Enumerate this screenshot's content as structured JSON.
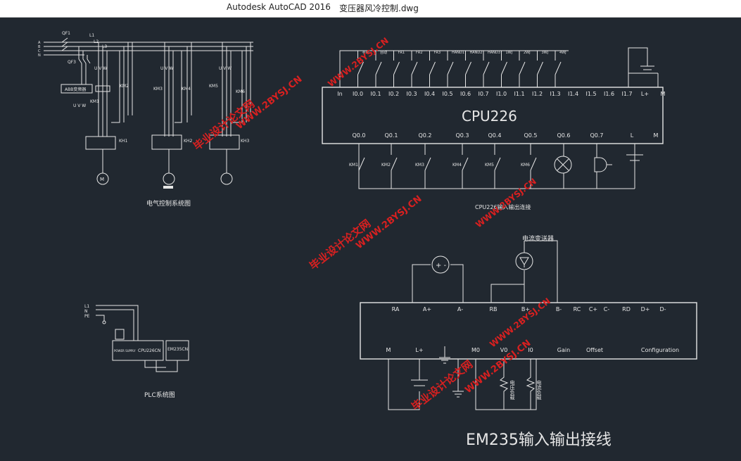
{
  "window": {
    "app_title": "Autodesk AutoCAD 2016",
    "file_name": "变压器风冷控制.dwg"
  },
  "electrical_diagram": {
    "caption": "电气控制系统图",
    "breakers": [
      "QF1",
      "QF3"
    ],
    "lines": [
      "L1",
      "L2",
      "L3"
    ],
    "phases": [
      "A",
      "B",
      "C",
      "N"
    ],
    "transformer_box": "ABB变频器",
    "uvw": "U V W",
    "contactors": [
      "KM1",
      "KM2",
      "KM3",
      "KM4",
      "KM5",
      "KM6"
    ],
    "relays": [
      "KH1",
      "KH2",
      "KH3"
    ],
    "motor_label": "M"
  },
  "cpu226_diagram": {
    "cpu_name": "CPU226",
    "caption": "CPU226输入输出连接",
    "switch_labels": [
      "手动",
      "自动",
      "FR1",
      "FR2",
      "FR3",
      "HAND1",
      "HAND2",
      "HAND3",
      "1WJ",
      "2WJ",
      "3WJ",
      "4WJ"
    ],
    "input_terminals": [
      "In",
      "I0.0",
      "I0.1",
      "I0.2",
      "I0.3",
      "I0.4",
      "I0.5",
      "I0.6",
      "I0.7",
      "I1.0",
      "I1.1",
      "I1.2",
      "I1.3",
      "I1.4",
      "I1.5",
      "I1.6",
      "I1.7",
      "L+",
      "M"
    ],
    "output_terminals": [
      "Q0.0",
      "Q0.1",
      "Q0.2",
      "Q0.3",
      "Q0.4",
      "Q0.5",
      "Q0.6",
      "Q0.7",
      "L",
      "M"
    ],
    "output_devices": [
      "KM1",
      "KM2",
      "KM3",
      "KM4",
      "KM5",
      "KM6"
    ]
  },
  "plc_diagram": {
    "caption": "PLC系统图",
    "modules": [
      "CPU226CN",
      "EM235CN"
    ],
    "power_label": "POWER SUPPLY",
    "inputs": [
      "L1",
      "N",
      "PE"
    ]
  },
  "em235_diagram": {
    "title": "EM235输入输出接线",
    "sensor_label": "电流变送器",
    "top_terminals": [
      "RA",
      "A+",
      "A-",
      "RB",
      "B+",
      "B-",
      "RC",
      "C+",
      "C-",
      "RD",
      "D+",
      "D-"
    ],
    "bottom_terminals": [
      "M",
      "L+",
      "M0",
      "V0",
      "I0",
      "Gain",
      "Offset",
      "Configuration"
    ],
    "loads": [
      "电压负载",
      "电流负载"
    ]
  },
  "watermark": {
    "site": "毕业设计论文网",
    "url": "WWW.2BYSJ.CN"
  },
  "colors": {
    "background": "#212830",
    "line": "#e6e6e6",
    "watermark": "#d82020"
  }
}
